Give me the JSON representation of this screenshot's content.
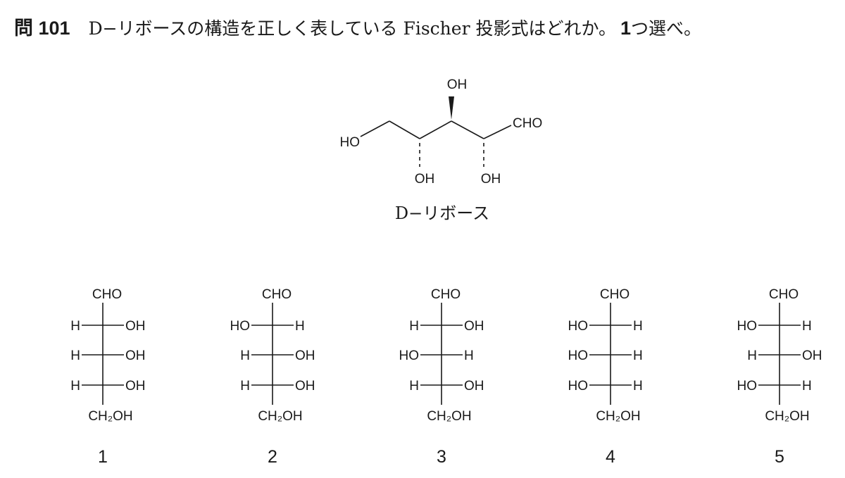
{
  "question": {
    "number": "問 101",
    "text": "D−リボースの構造を正しく表している Fischer 投影式はどれか。",
    "choose_count": "1",
    "choose_suffix": "つ選べ。"
  },
  "structure": {
    "caption": "D−リボース",
    "labels": {
      "top_oh": "OH",
      "cho": "CHO",
      "ho": "HO",
      "oh_c4": "OH",
      "oh_c2": "OH"
    }
  },
  "options": [
    {
      "number": "1",
      "top": "CHO",
      "bottom": "CH₂OH",
      "rows": [
        {
          "left": "H",
          "right": "OH"
        },
        {
          "left": "H",
          "right": "OH"
        },
        {
          "left": "H",
          "right": "OH"
        }
      ]
    },
    {
      "number": "2",
      "top": "CHO",
      "bottom": "CH₂OH",
      "rows": [
        {
          "left": "HO",
          "right": "H"
        },
        {
          "left": "H",
          "right": "OH"
        },
        {
          "left": "H",
          "right": "OH"
        }
      ]
    },
    {
      "number": "3",
      "top": "CHO",
      "bottom": "CH₂OH",
      "rows": [
        {
          "left": "H",
          "right": "OH"
        },
        {
          "left": "HO",
          "right": "H"
        },
        {
          "left": "H",
          "right": "OH"
        }
      ]
    },
    {
      "number": "4",
      "top": "CHO",
      "bottom": "CH₂OH",
      "rows": [
        {
          "left": "HO",
          "right": "H"
        },
        {
          "left": "HO",
          "right": "H"
        },
        {
          "left": "HO",
          "right": "H"
        }
      ]
    },
    {
      "number": "5",
      "top": "CHO",
      "bottom": "CH₂OH",
      "rows": [
        {
          "left": "HO",
          "right": "H"
        },
        {
          "left": "H",
          "right": "OH"
        },
        {
          "left": "HO",
          "right": "H"
        }
      ]
    }
  ]
}
